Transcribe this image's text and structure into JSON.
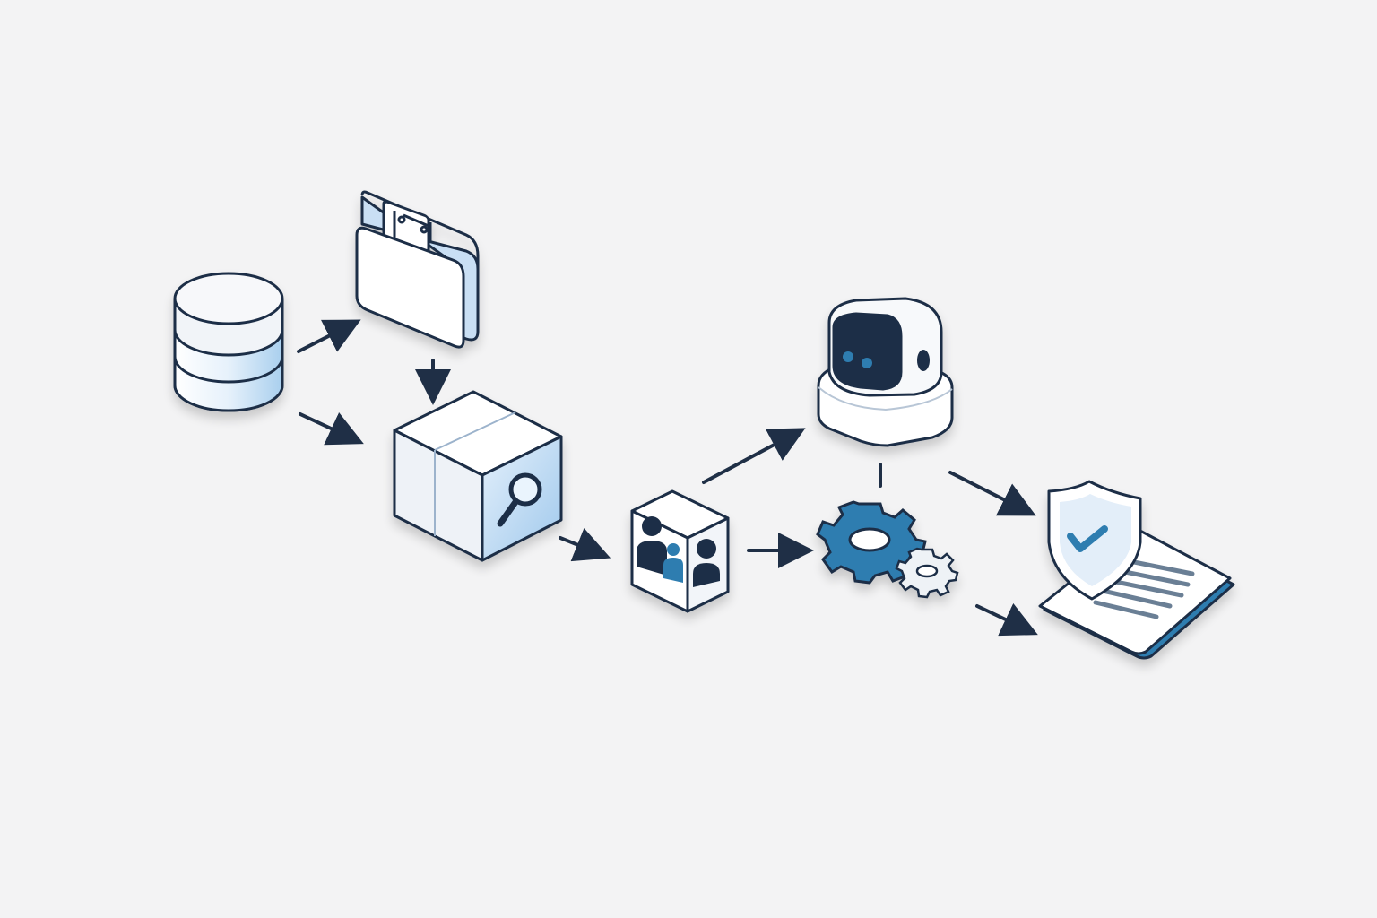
{
  "diagram": {
    "colors": {
      "background": "#f3f3f4",
      "outline": "#1f2f46",
      "arrow": "#1f2f46",
      "light_blue": "#cfe3f6",
      "mid_blue": "#9fc8ec",
      "accent_blue": "#2f7db0",
      "dark_navy": "#1f2f46",
      "white": "#ffffff"
    },
    "nodes": [
      {
        "id": "database",
        "icon": "database-icon"
      },
      {
        "id": "folder",
        "icon": "folder-icon"
      },
      {
        "id": "search-box",
        "icon": "search-box-icon"
      },
      {
        "id": "users-box",
        "icon": "users-box-icon"
      },
      {
        "id": "robot",
        "icon": "robot-icon"
      },
      {
        "id": "gears",
        "icon": "gears-icon"
      },
      {
        "id": "secure-document",
        "icon": "shield-document-icon"
      }
    ],
    "connections": [
      {
        "from": "database",
        "to": "folder"
      },
      {
        "from": "database",
        "to": "search-box"
      },
      {
        "from": "folder",
        "to": "search-box"
      },
      {
        "from": "search-box",
        "to": "users-box"
      },
      {
        "from": "users-box",
        "to": "robot"
      },
      {
        "from": "users-box",
        "to": "gears"
      },
      {
        "from": "robot",
        "to": "gears"
      },
      {
        "from": "robot",
        "to": "secure-document"
      },
      {
        "from": "gears",
        "to": "secure-document"
      }
    ]
  }
}
